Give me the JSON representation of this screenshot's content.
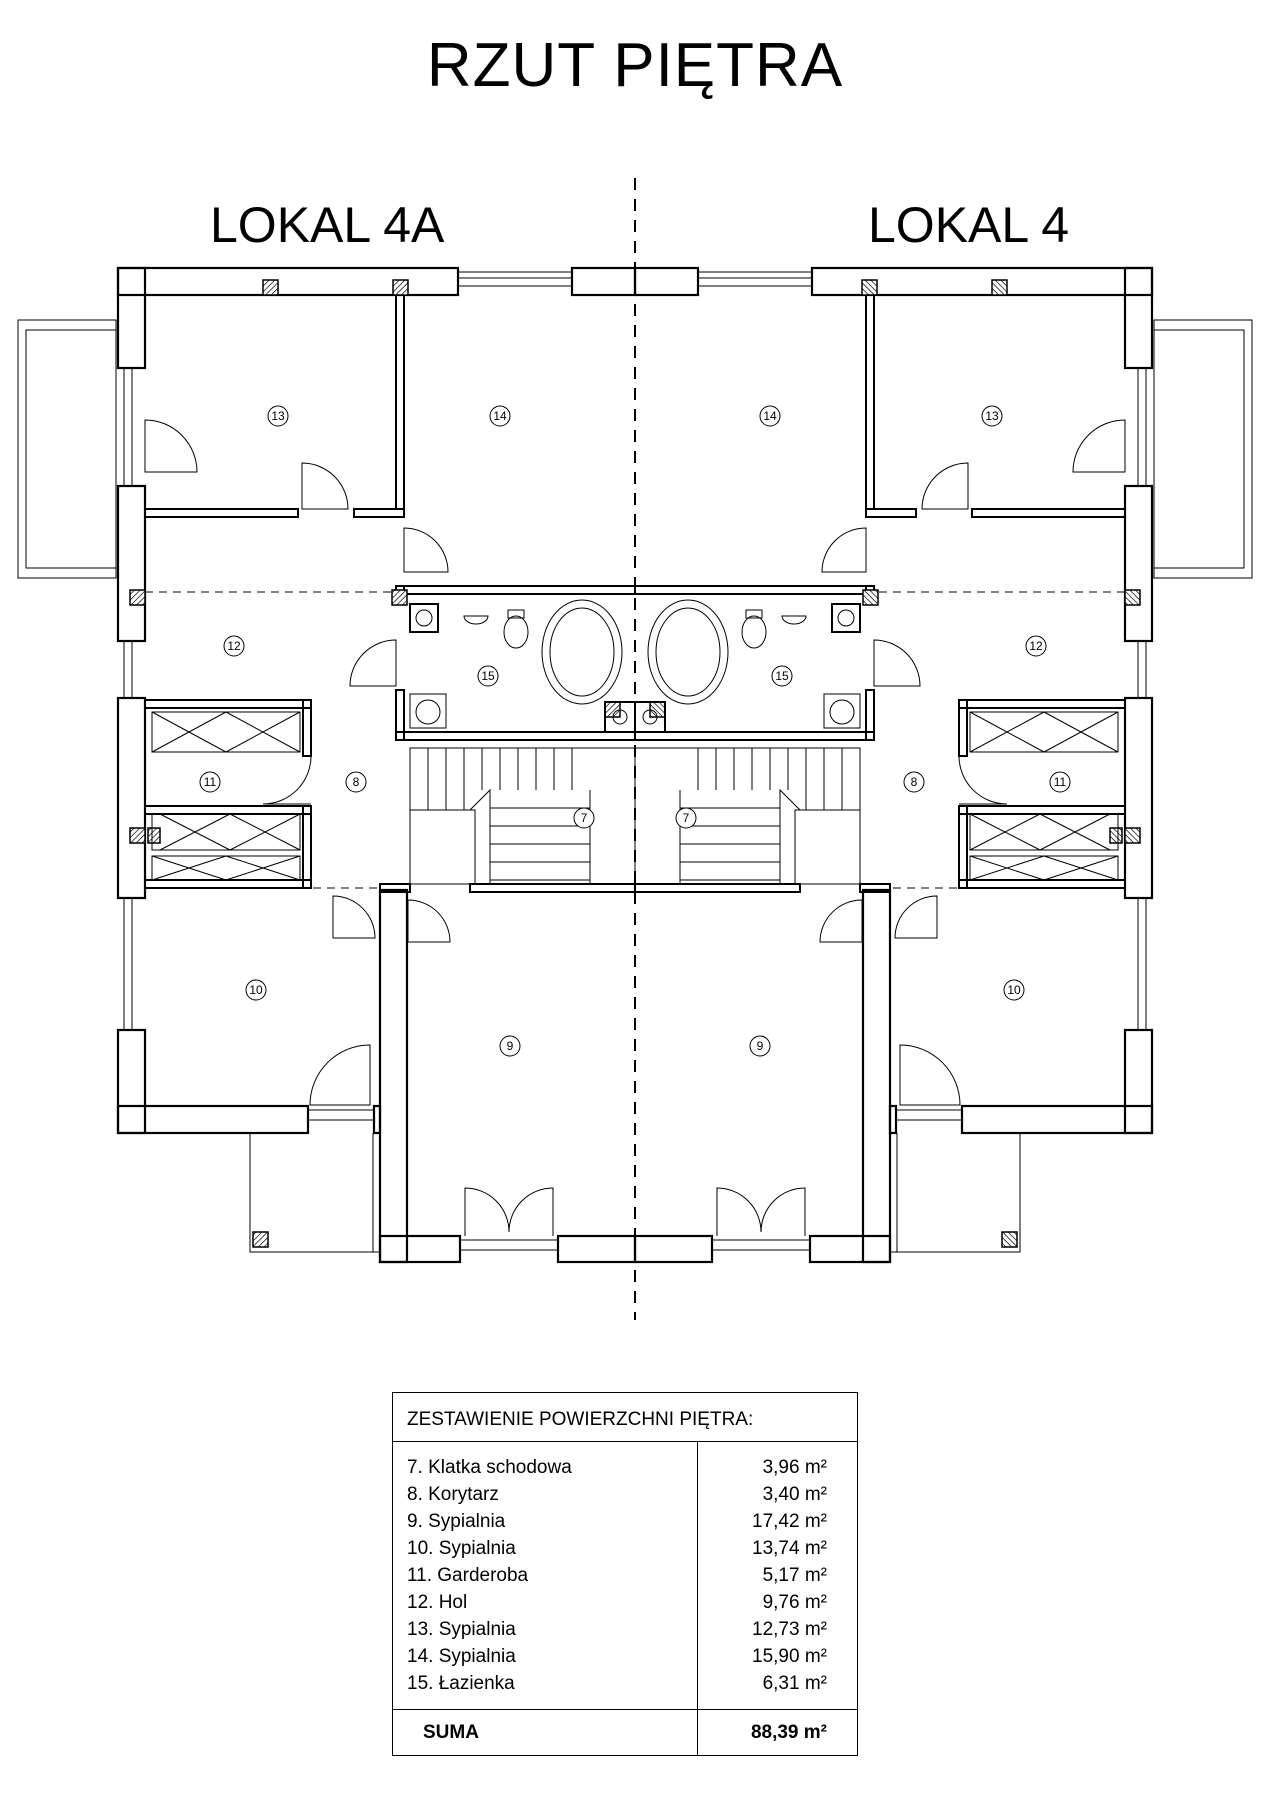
{
  "title": "RZUT PIĘTRA",
  "units": {
    "left": "LOKAL 4A",
    "right": "LOKAL 4"
  },
  "room_numbers": {
    "left": [
      "13",
      "14",
      "12",
      "15",
      "11",
      "8",
      "7",
      "10",
      "9"
    ],
    "right": [
      "14",
      "13",
      "12",
      "15",
      "8",
      "11",
      "7",
      "10",
      "9"
    ]
  },
  "table": {
    "title": "ZESTAWIENIE POWIERZCHNI PIĘTRA:",
    "rows": [
      {
        "name": "7. Klatka schodowa",
        "area": "3,96 m²"
      },
      {
        "name": "8. Korytarz",
        "area": "3,40 m²"
      },
      {
        "name": "9. Sypialnia",
        "area": "17,42 m²"
      },
      {
        "name": "10. Sypialnia",
        "area": "13,74 m²"
      },
      {
        "name": "11. Garderoba",
        "area": "5,17 m²"
      },
      {
        "name": "12. Hol",
        "area": "9,76 m²"
      },
      {
        "name": "13. Sypialnia",
        "area": "12,73 m²"
      },
      {
        "name": "14. Sypialnia",
        "area": "15,90 m²"
      },
      {
        "name": "15. Łazienka",
        "area": "6,31 m²"
      }
    ],
    "sum_label": "SUMA",
    "sum_value": "88,39 m²"
  },
  "colors": {
    "ink": "#000000",
    "background": "#ffffff",
    "hatch": "#555555"
  }
}
